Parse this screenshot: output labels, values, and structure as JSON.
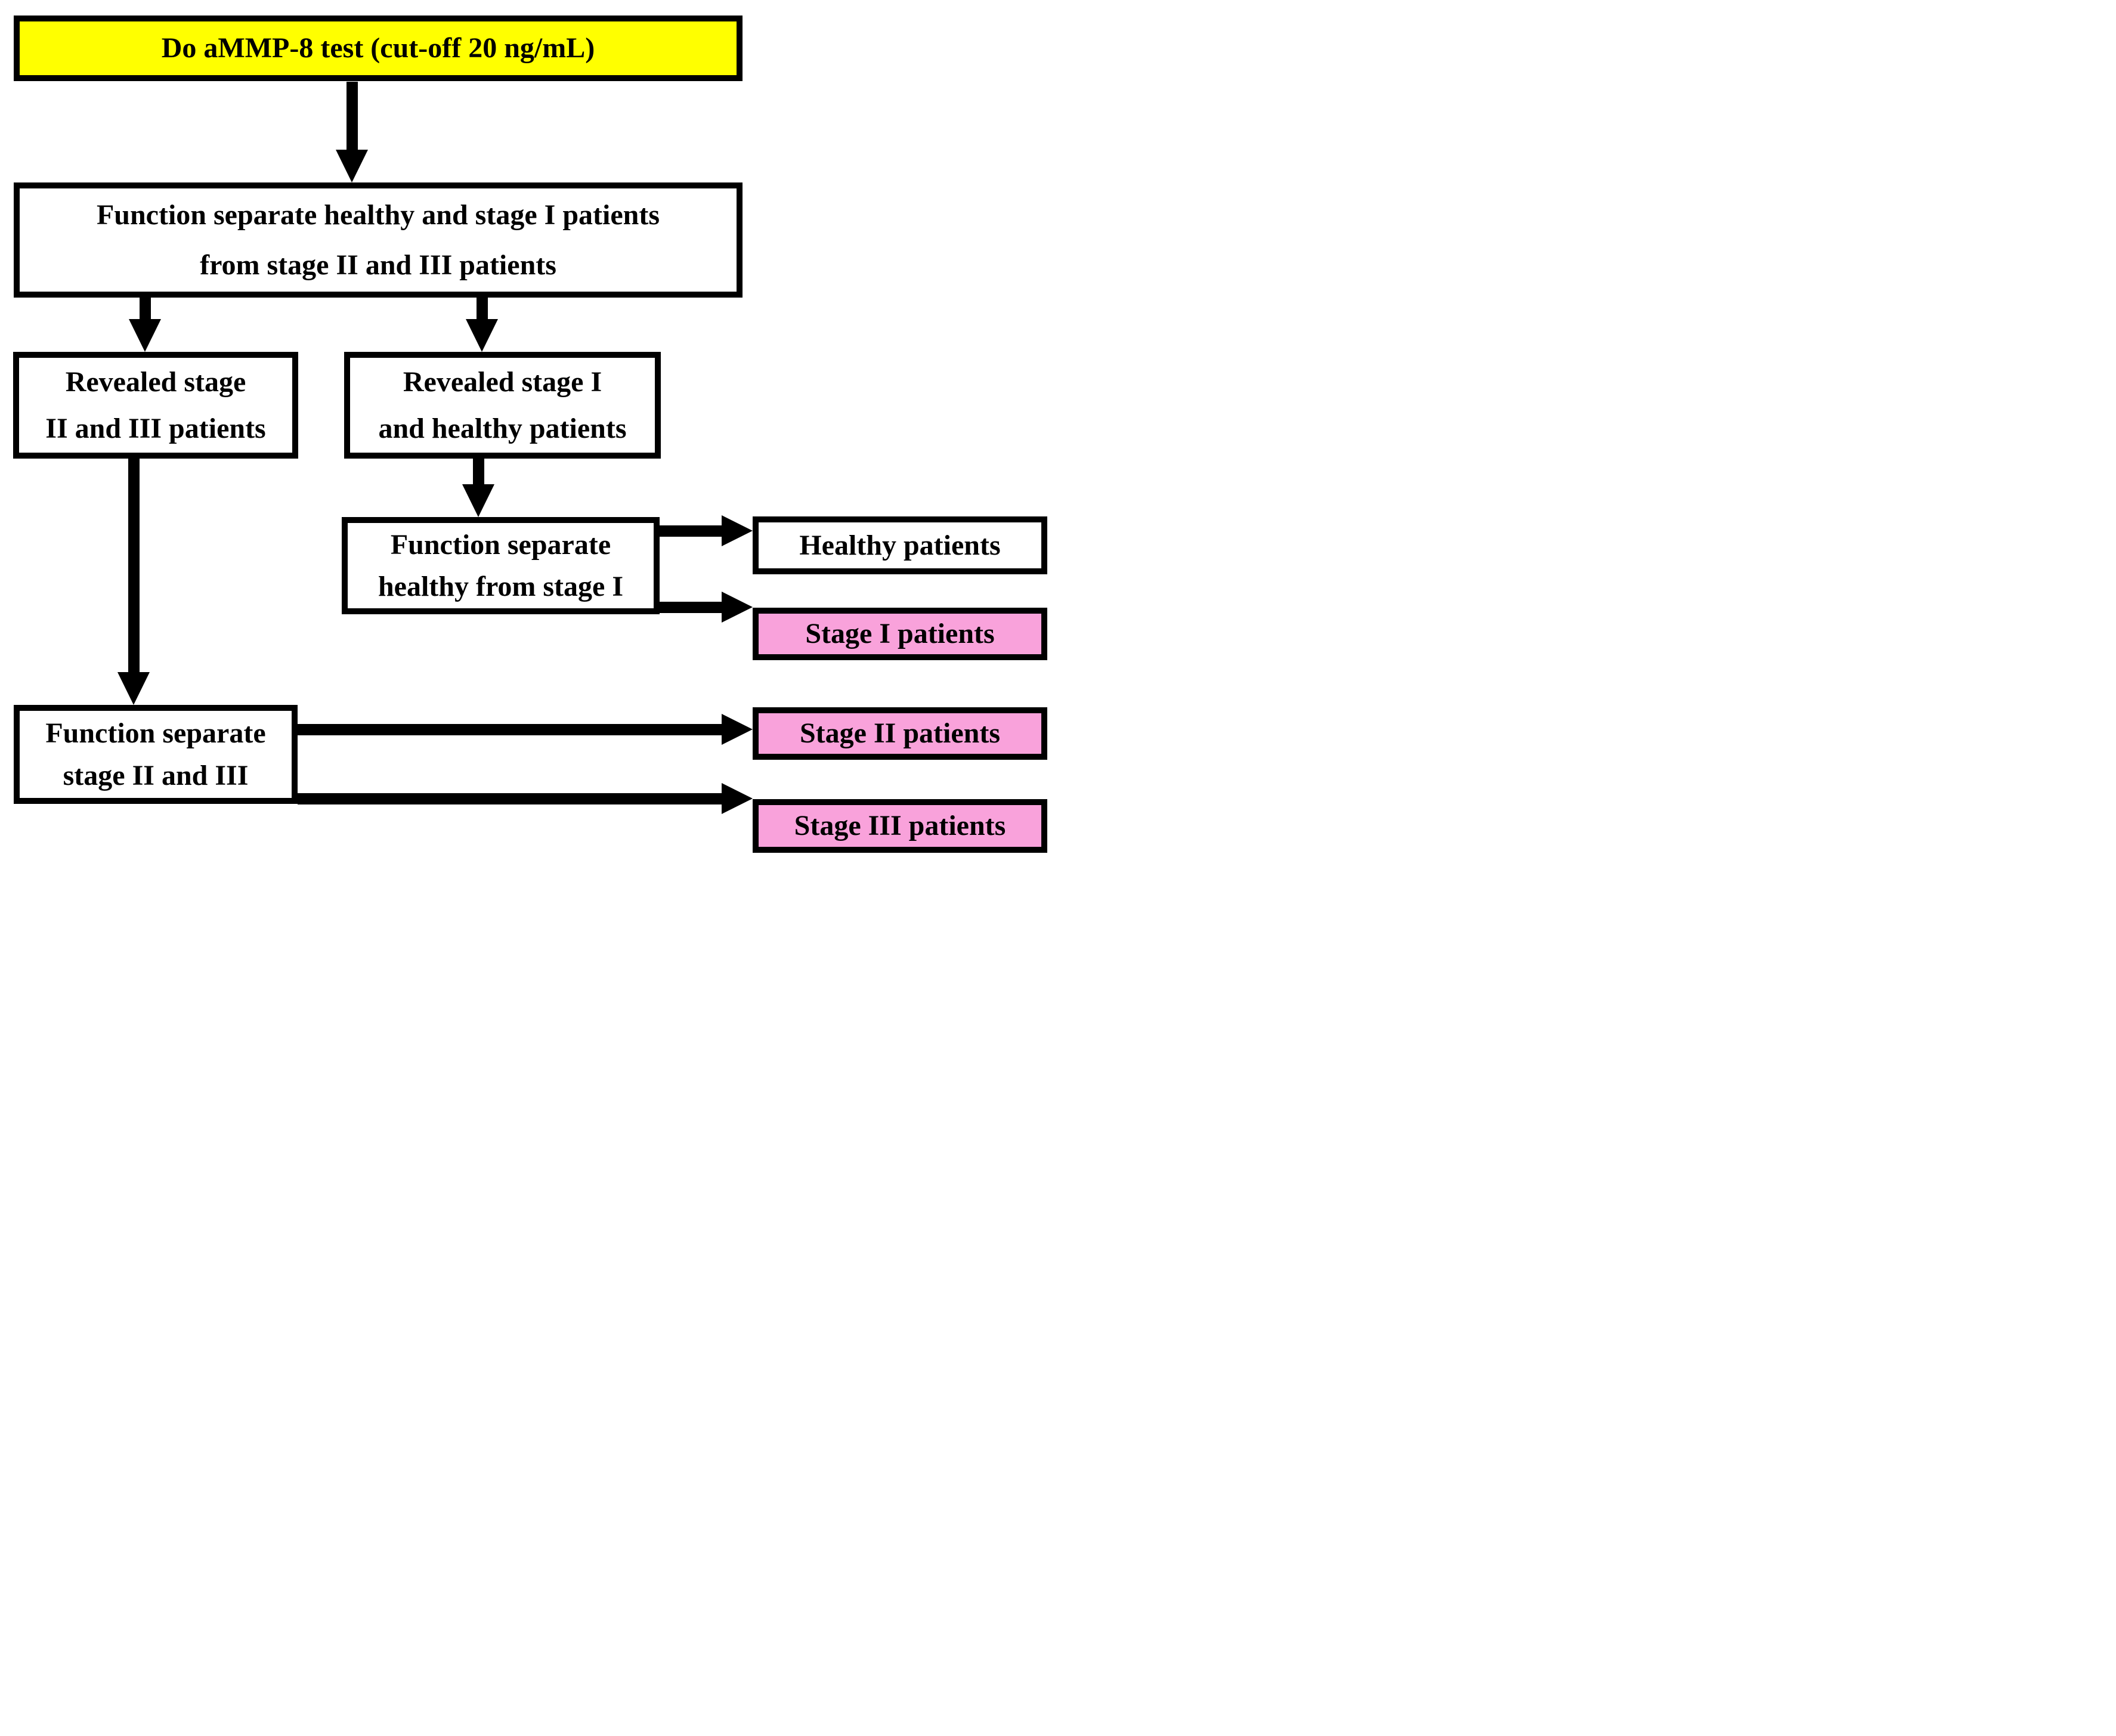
{
  "colors": {
    "background": "#FFFFFF",
    "border": "#000000",
    "arrow": "#000000",
    "text": "#000000",
    "yellow": "#FFFF00",
    "pink": "#F9A2DB",
    "white": "#FFFFFF"
  },
  "nodes": {
    "test": {
      "lines": [
        "Do aMMP-8 test (cut-off 20 ng/mL)"
      ],
      "fill": "#FFFF00"
    },
    "separate_healthy_stage1": {
      "lines": [
        "Function separate healthy and stage I patients",
        "from stage II and III patients"
      ],
      "fill": "#FFFFFF"
    },
    "revealed_stage23": {
      "lines": [
        "Revealed stage",
        "II and III patients"
      ],
      "fill": "#FFFFFF"
    },
    "revealed_stage1_healthy": {
      "lines": [
        "Revealed stage I",
        "and healthy patients"
      ],
      "fill": "#FFFFFF"
    },
    "separate_healthy_from_stage1": {
      "lines": [
        "Function separate",
        "healthy from stage I"
      ],
      "fill": "#FFFFFF"
    },
    "healthy": {
      "lines": [
        "Healthy patients"
      ],
      "fill": "#FFFFFF"
    },
    "stage1": {
      "lines": [
        "Stage I patients"
      ],
      "fill": "#F9A2DB"
    },
    "separate_stage23": {
      "lines": [
        "Function separate",
        "stage II and III"
      ],
      "fill": "#FFFFFF"
    },
    "stage2": {
      "lines": [
        "Stage II patients"
      ],
      "fill": "#F9A2DB"
    },
    "stage3": {
      "lines": [
        "Stage III patients"
      ],
      "fill": "#F9A2DB"
    }
  },
  "edges": [
    {
      "from": "test",
      "to": "separate_healthy_stage1"
    },
    {
      "from": "separate_healthy_stage1",
      "to": "revealed_stage23"
    },
    {
      "from": "separate_healthy_stage1",
      "to": "revealed_stage1_healthy"
    },
    {
      "from": "revealed_stage1_healthy",
      "to": "separate_healthy_from_stage1"
    },
    {
      "from": "revealed_stage23",
      "to": "separate_stage23"
    },
    {
      "from": "separate_healthy_from_stage1",
      "to": "healthy"
    },
    {
      "from": "separate_healthy_from_stage1",
      "to": "stage1"
    },
    {
      "from": "separate_stage23",
      "to": "stage2"
    },
    {
      "from": "separate_stage23",
      "to": "stage3"
    }
  ]
}
